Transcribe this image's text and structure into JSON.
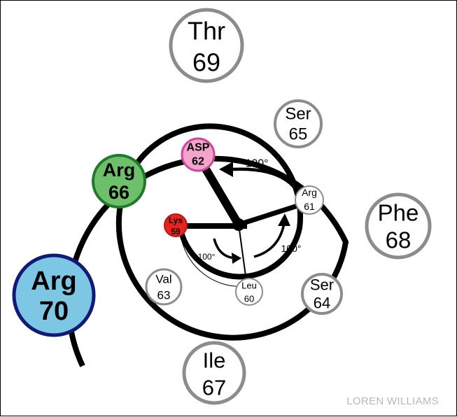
{
  "residues": [
    {
      "name": "Lys",
      "number": "59",
      "fill": "#e8231c",
      "stroke": "#b81812"
    },
    {
      "name": "Leu",
      "number": "60",
      "fill": "#ffffff",
      "stroke": "#8c8c8c"
    },
    {
      "name": "Arg",
      "number": "61",
      "fill": "#ffffff",
      "stroke": "#8c8c8c"
    },
    {
      "name": "ASP",
      "number": "62",
      "fill": "#f4a3cb",
      "stroke": "#d0469c"
    },
    {
      "name": "Val",
      "number": "63",
      "fill": "#ffffff",
      "stroke": "#8c8c8c"
    },
    {
      "name": "Ser",
      "number": "64",
      "fill": "#ffffff",
      "stroke": "#8c8c8c"
    },
    {
      "name": "Ser",
      "number": "65",
      "fill": "#ffffff",
      "stroke": "#8c8c8c"
    },
    {
      "name": "Arg",
      "number": "66",
      "fill": "#6dbf6a",
      "stroke": "#1f7a2c"
    },
    {
      "name": "Ile",
      "number": "67",
      "fill": "#ffffff",
      "stroke": "#8c8c8c"
    },
    {
      "name": "Phe",
      "number": "68",
      "fill": "#ffffff",
      "stroke": "#8c8c8c"
    },
    {
      "name": "Thr",
      "number": "69",
      "fill": "#ffffff",
      "stroke": "#8c8c8c"
    },
    {
      "name": "Arg",
      "number": "70",
      "fill": "#7dc6e4",
      "stroke": "#121a78"
    }
  ],
  "angles": [
    "100°",
    "100°",
    "100°"
  ],
  "credit": "LOREN WILLIAMS",
  "colors": {
    "spiral": "#000000",
    "credit": "#b8b8b8"
  }
}
